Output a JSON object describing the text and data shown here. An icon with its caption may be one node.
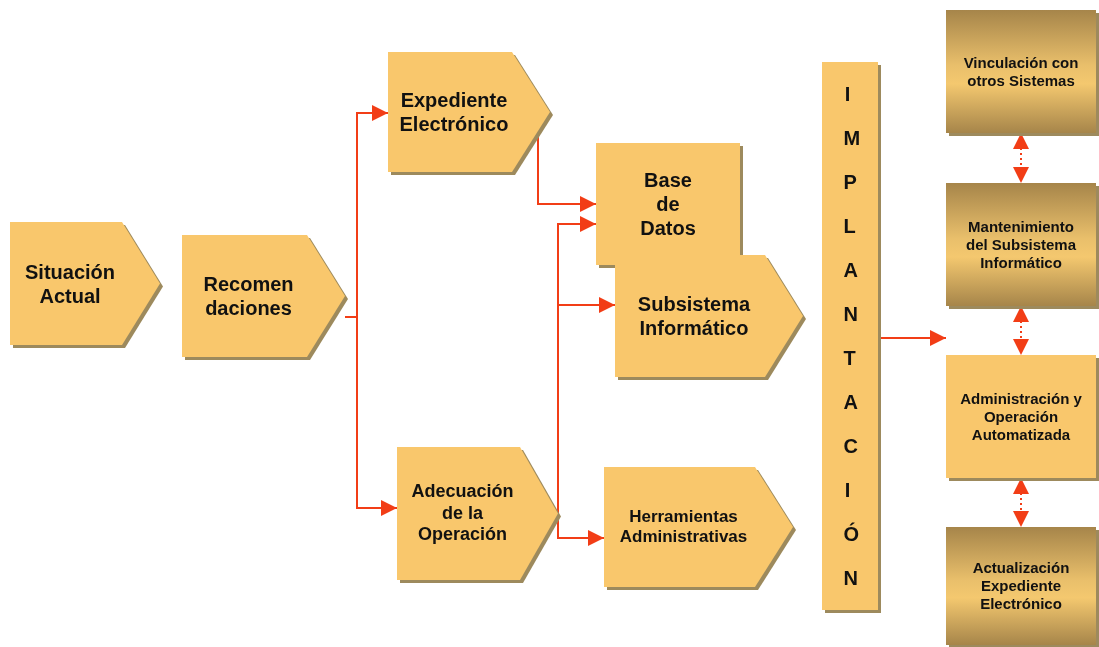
{
  "diagram": {
    "nodes": [
      {
        "text": [
          "Situación Actual"
        ]
      },
      {
        "text": [
          "Recomen daciones"
        ]
      },
      {
        "text": [
          "Expediente Electrónico"
        ]
      },
      {
        "text": [
          "Adecuación de la Operación"
        ]
      },
      {
        "text": [
          "Base de Datos"
        ]
      },
      {
        "text": [
          "Subsistema Informático"
        ]
      },
      {
        "text": [
          "Herramientas Administrativas"
        ]
      },
      {
        "text": [
          "IMPLANTACIÓN"
        ]
      },
      {
        "text": [
          "Vinculación con otros Sistemas"
        ]
      },
      {
        "text": [
          "Mantenimiento del Subsistema Informático"
        ]
      },
      {
        "text": [
          "Administración y Operación Automatizada"
        ]
      },
      {
        "text": [
          "Actualización Expediente Electrónico"
        ]
      }
    ],
    "edges": [
      {
        "from": 1,
        "to": 2,
        "arrow": "to"
      },
      {
        "from": 1,
        "to": 3,
        "arrow": "to"
      },
      {
        "from": 2,
        "to": 4,
        "arrow": "to"
      },
      {
        "from": 3,
        "to": 4,
        "arrow": "to"
      },
      {
        "from": 3,
        "to": 5,
        "arrow": "to"
      },
      {
        "from": 3,
        "to": 6,
        "arrow": "to"
      },
      {
        "from": 7,
        "to": 10,
        "arrow": "to"
      },
      {
        "from": 8,
        "to": 9,
        "arrow": "both",
        "style": "dashed"
      },
      {
        "from": 9,
        "to": 10,
        "arrow": "both",
        "style": "dashed"
      },
      {
        "from": 10,
        "to": 11,
        "arrow": "both",
        "style": "dashed"
      }
    ]
  }
}
